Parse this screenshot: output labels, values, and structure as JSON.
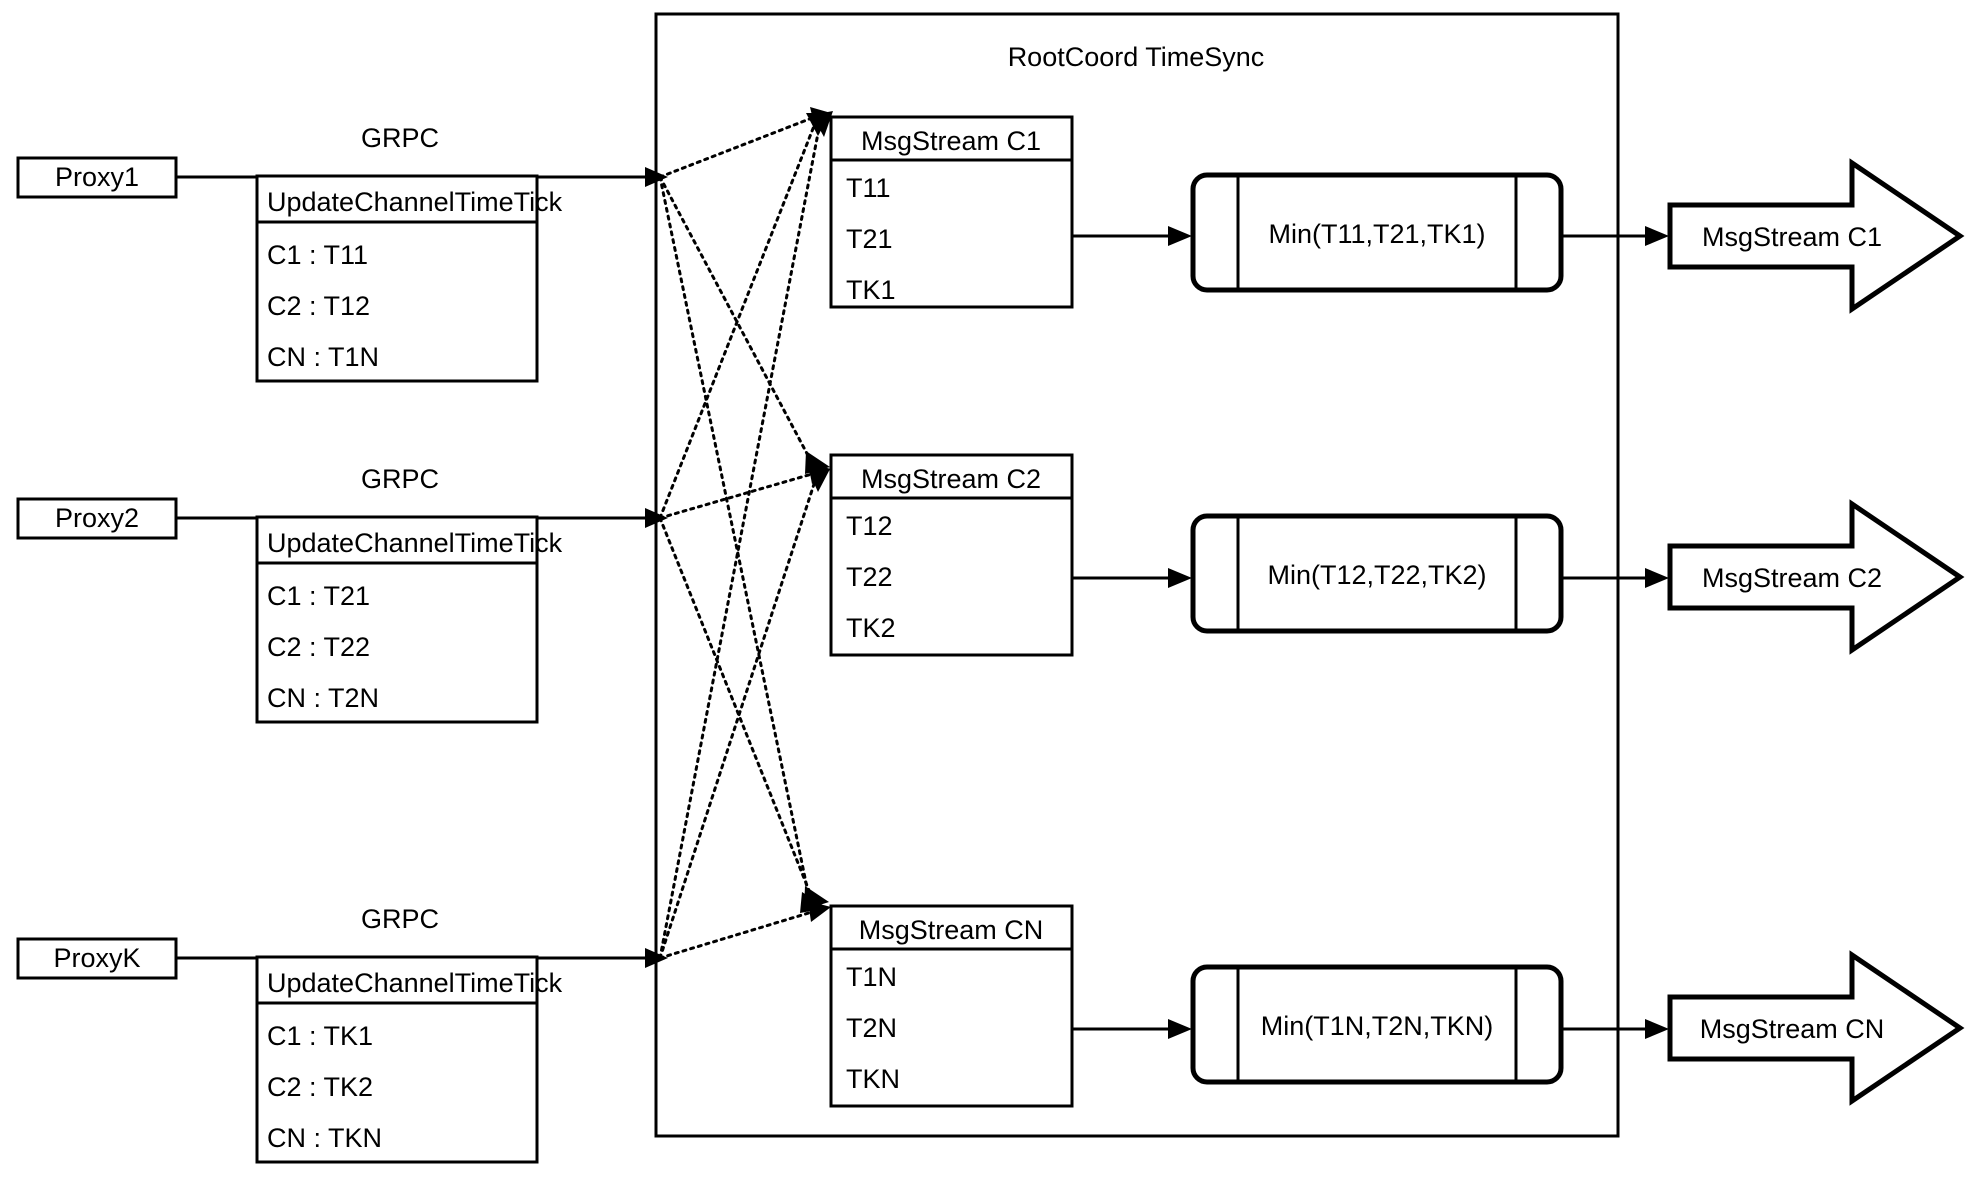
{
  "diagram": {
    "container_title": "RootCoord TimeSync",
    "proxies": [
      {
        "name": "Proxy1",
        "link_label": "GRPC",
        "request": {
          "title": "UpdateChannelTimeTick",
          "rows": [
            "C1 :  T11",
            "C2 :  T12",
            "CN : T1N"
          ]
        }
      },
      {
        "name": "Proxy2",
        "link_label": "GRPC",
        "request": {
          "title": "UpdateChannelTimeTick",
          "rows": [
            "C1 :  T21",
            "C2 :  T22",
            "CN : T2N"
          ]
        }
      },
      {
        "name": "ProxyK",
        "link_label": "GRPC",
        "request": {
          "title": "UpdateChannelTimeTick",
          "rows": [
            "C1 :  TK1",
            "C2 :  TK2",
            "CN : TKN"
          ]
        }
      }
    ],
    "channels": [
      {
        "msgstream": {
          "title": "MsgStream C1",
          "rows": [
            "T11",
            "T21",
            "TK1"
          ]
        },
        "processor_label": "Min(T11,T21,TK1)",
        "output_label": "MsgStream C1"
      },
      {
        "msgstream": {
          "title": "MsgStream C2",
          "rows": [
            "T12",
            "T22",
            "TK2"
          ]
        },
        "processor_label": "Min(T12,T22,TK2)",
        "output_label": "MsgStream C2"
      },
      {
        "msgstream": {
          "title": "MsgStream CN",
          "rows": [
            "T1N",
            "T2N",
            "TKN"
          ]
        },
        "processor_label": "Min(T1N,T2N,TKN)",
        "output_label": "MsgStream CN"
      }
    ],
    "colors": {
      "stroke": "#000000",
      "fill": "#ffffff",
      "text": "#000000"
    }
  }
}
